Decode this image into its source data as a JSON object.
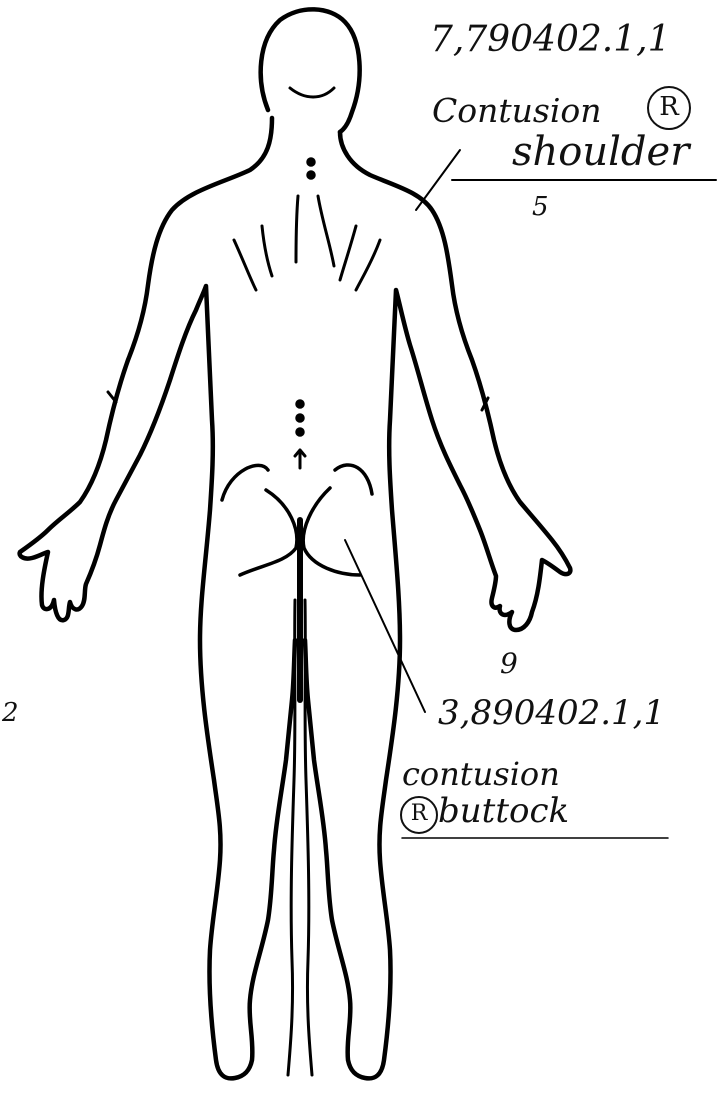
{
  "annotations": {
    "shoulder": {
      "code": "7,790402.1,1",
      "label_line1": "Contusion",
      "side_mark": "R",
      "label_line2": "shoulder",
      "mark": "5"
    },
    "buttock": {
      "code": "3,890402.1,1",
      "label_line1": "contusion",
      "side_mark": "R",
      "label_line2": "buttock",
      "mark": "9"
    },
    "margin_mark": "2"
  }
}
